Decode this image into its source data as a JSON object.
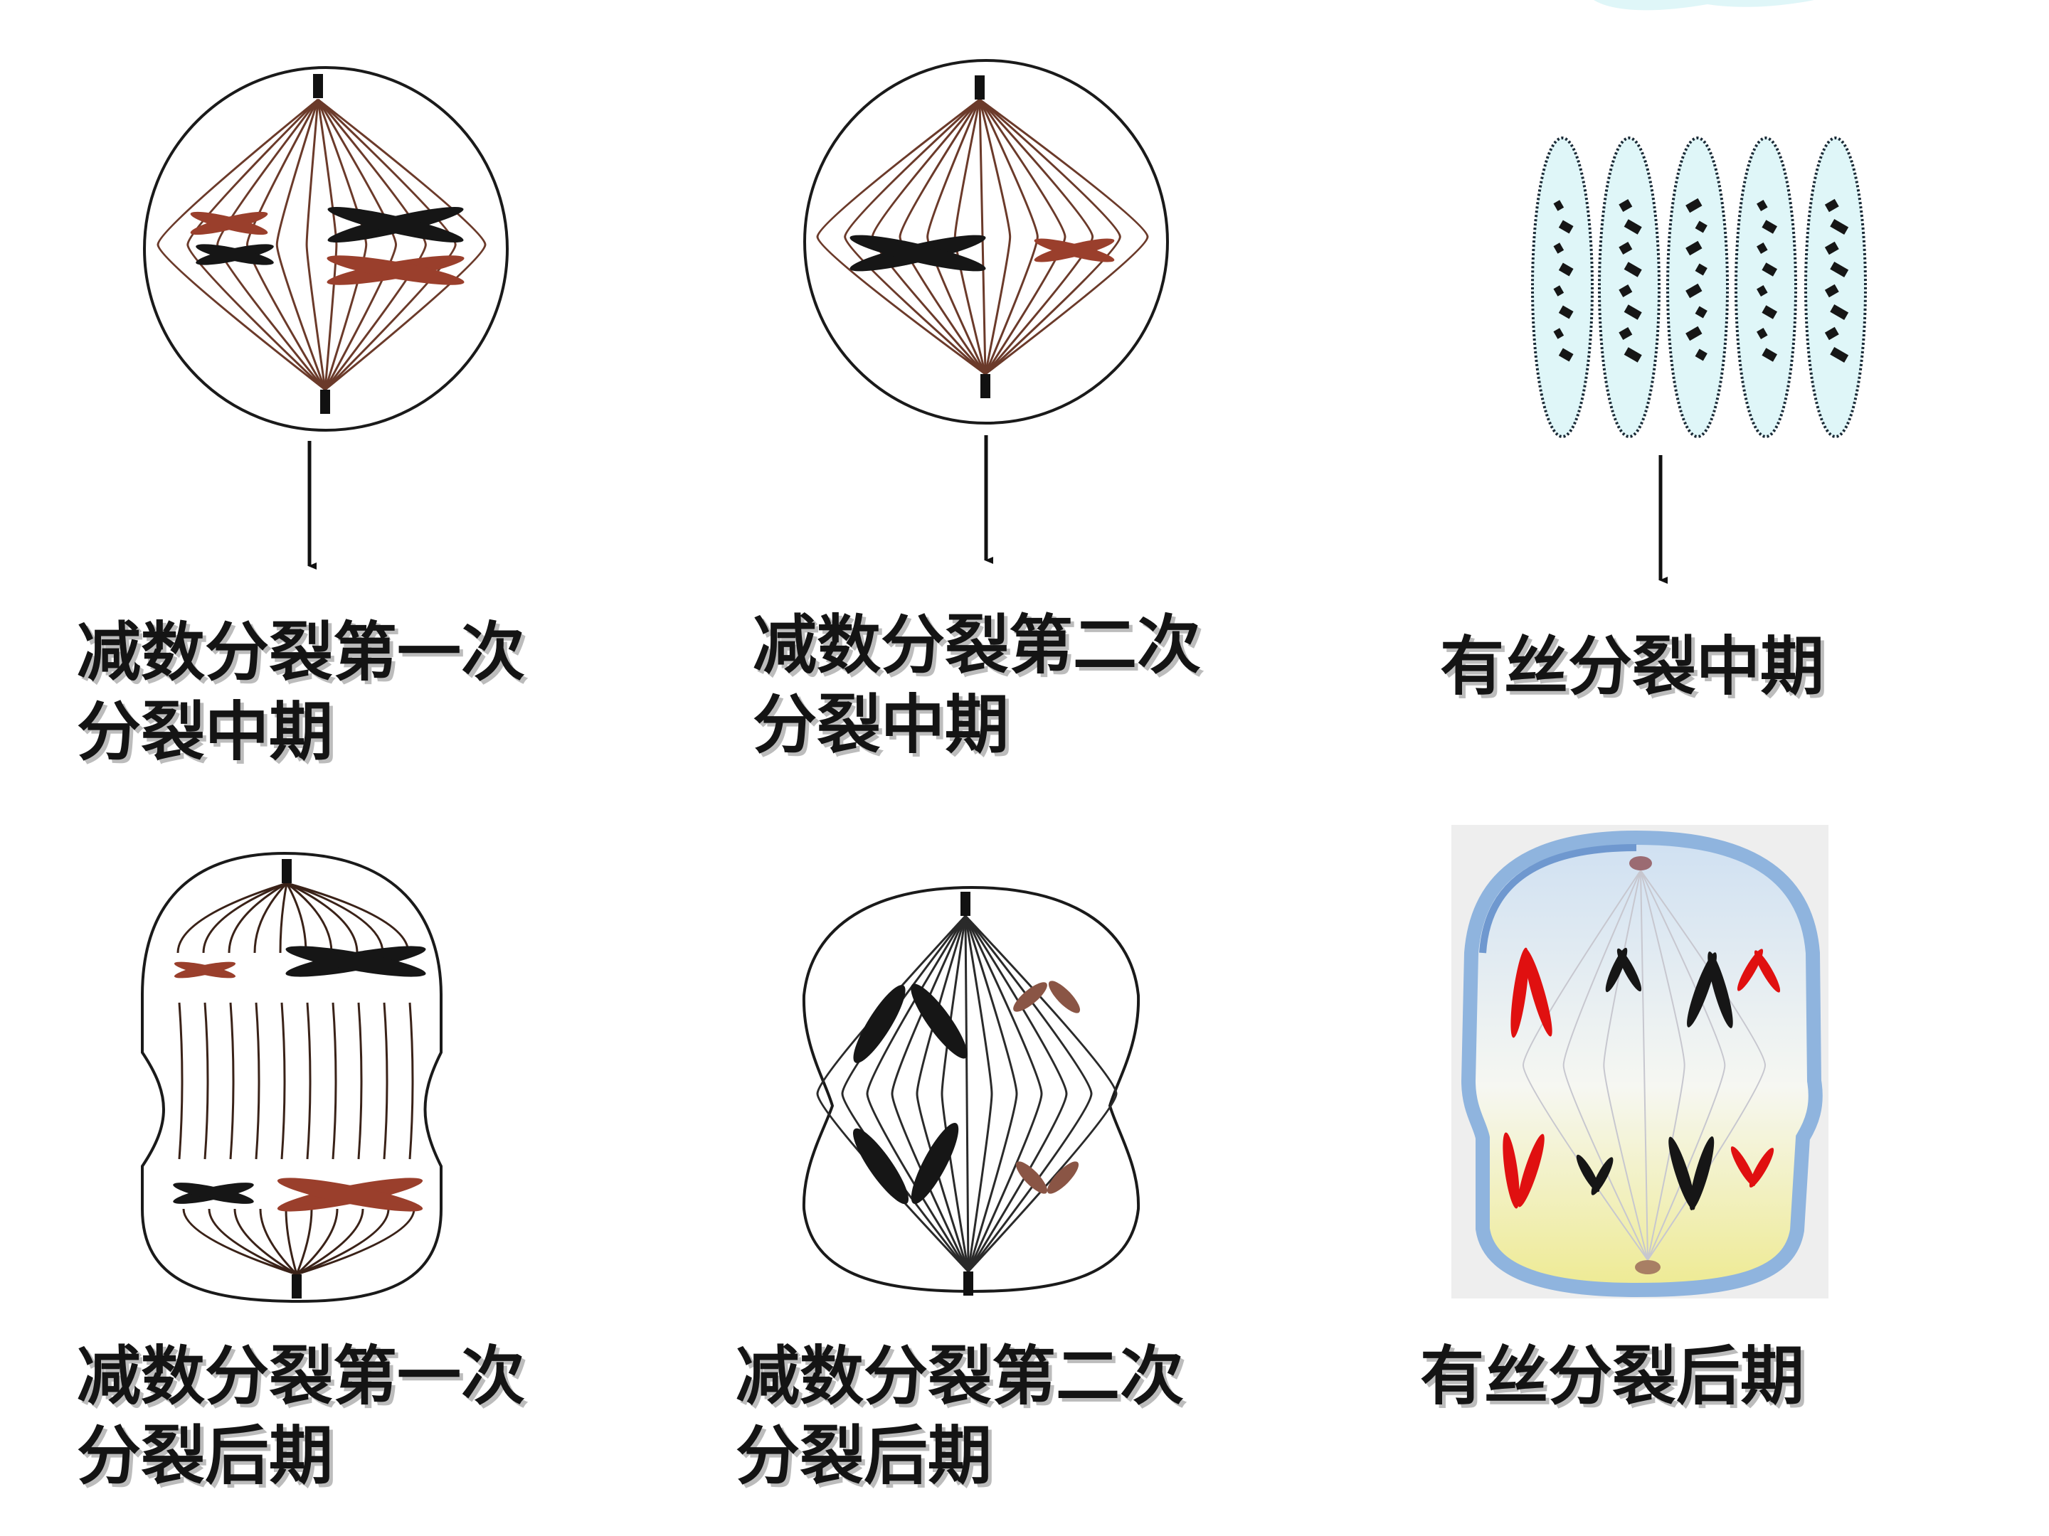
{
  "panels": [
    {
      "id": "meiosis-1-metaphase",
      "caption": {
        "line1": "减数分裂第一次",
        "line2": "分裂中期"
      }
    },
    {
      "id": "meiosis-2-metaphase",
      "caption": {
        "line1": "减数分裂第二次",
        "line2": "分裂中期"
      }
    },
    {
      "id": "mitosis-metaphase",
      "caption": {
        "line1": "有丝分裂中期"
      }
    },
    {
      "id": "meiosis-1-anaphase",
      "caption": {
        "line1": "减数分裂第一次",
        "line2": "分裂后期"
      }
    },
    {
      "id": "meiosis-2-anaphase",
      "caption": {
        "line1": "减数分裂第二次",
        "line2": "分裂后期"
      }
    },
    {
      "id": "mitosis-anaphase",
      "caption": {
        "line1": "有丝分裂后期"
      }
    }
  ],
  "colors": {
    "outline": "#1a1a1a",
    "spindle": "#6b3a2a",
    "chromosome_dark": "#161616",
    "chromosome_brown": "#9a3f2c",
    "chromosome_red": "#e01010",
    "mitosis_cell_fill": "#dff6f8",
    "anaphase_blue": "#8fb4de",
    "anaphase_yellow": "#f0ec92",
    "caption_shadow": "#bcbcbc"
  }
}
